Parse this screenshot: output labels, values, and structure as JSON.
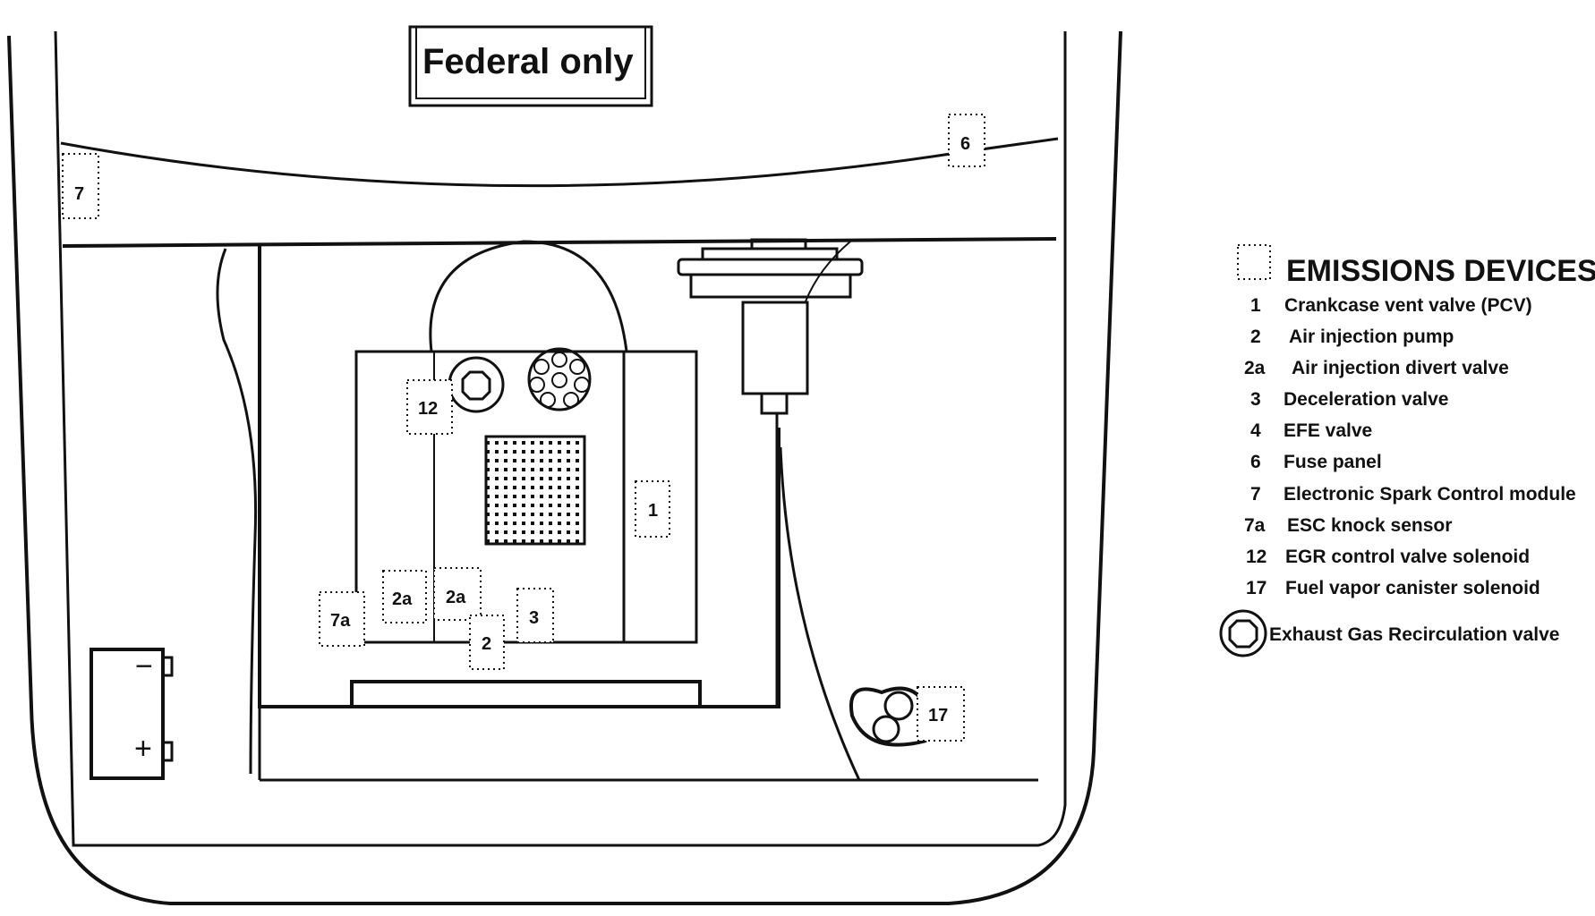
{
  "banner": "Federal only",
  "callouts": {
    "c7": "7",
    "c6": "6",
    "c12": "12",
    "c1": "1",
    "c2a_left": "2a",
    "c2a_right": "2a",
    "c7a": "7a",
    "c3": "3",
    "c2": "2",
    "c17": "17"
  },
  "battery": {
    "minus": "−",
    "plus": "+"
  },
  "legend": {
    "title": "EMISSIONS DEVICES",
    "items": [
      {
        "code": "1",
        "label": "Crankcase vent valve (PCV)"
      },
      {
        "code": "2",
        "label": "Air injection pump"
      },
      {
        "code": "2a",
        "label": "Air injection divert valve"
      },
      {
        "code": "3",
        "label": "Deceleration valve"
      },
      {
        "code": "4",
        "label": "EFE valve"
      },
      {
        "code": "6",
        "label": "Fuse panel"
      },
      {
        "code": "7",
        "label": "Electronic Spark Control module"
      },
      {
        "code": "7a",
        "label": "ESC knock sensor"
      },
      {
        "code": "12",
        "label": "EGR control valve solenoid"
      },
      {
        "code": "17",
        "label": "Fuel vapor canister solenoid"
      }
    ],
    "egr_label": "Exhaust Gas Recirculation valve"
  }
}
